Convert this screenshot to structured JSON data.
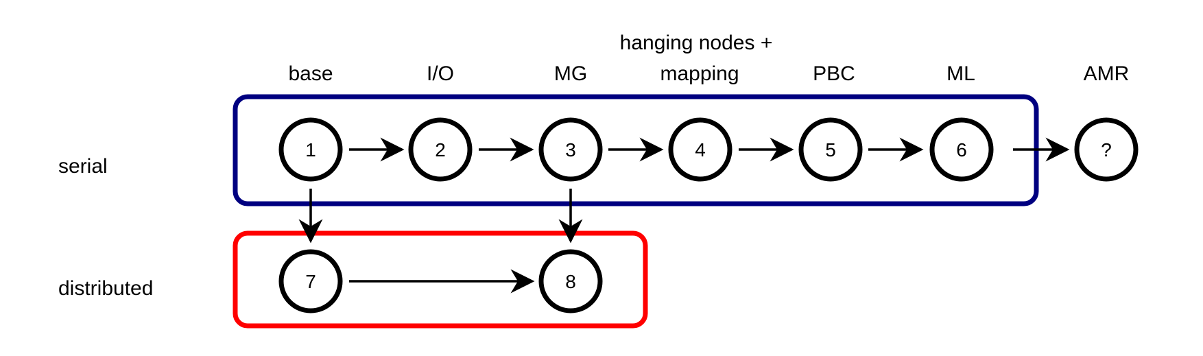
{
  "columns": {
    "base": "base",
    "io": "I/O",
    "mg": "MG",
    "hanging_line1": "hanging nodes +",
    "hanging_line2": "mapping",
    "pbc": "PBC",
    "ml": "ML",
    "amr": "AMR"
  },
  "rows": {
    "serial": "serial",
    "distributed": "distributed"
  },
  "nodes": {
    "n1": "1",
    "n2": "2",
    "n3": "3",
    "n4": "4",
    "n5": "5",
    "n6": "6",
    "n7": "7",
    "n8": "8",
    "nq": "?"
  },
  "colors": {
    "serial_box": "#000080",
    "distributed_box": "#ff0000",
    "ink": "#000000"
  }
}
